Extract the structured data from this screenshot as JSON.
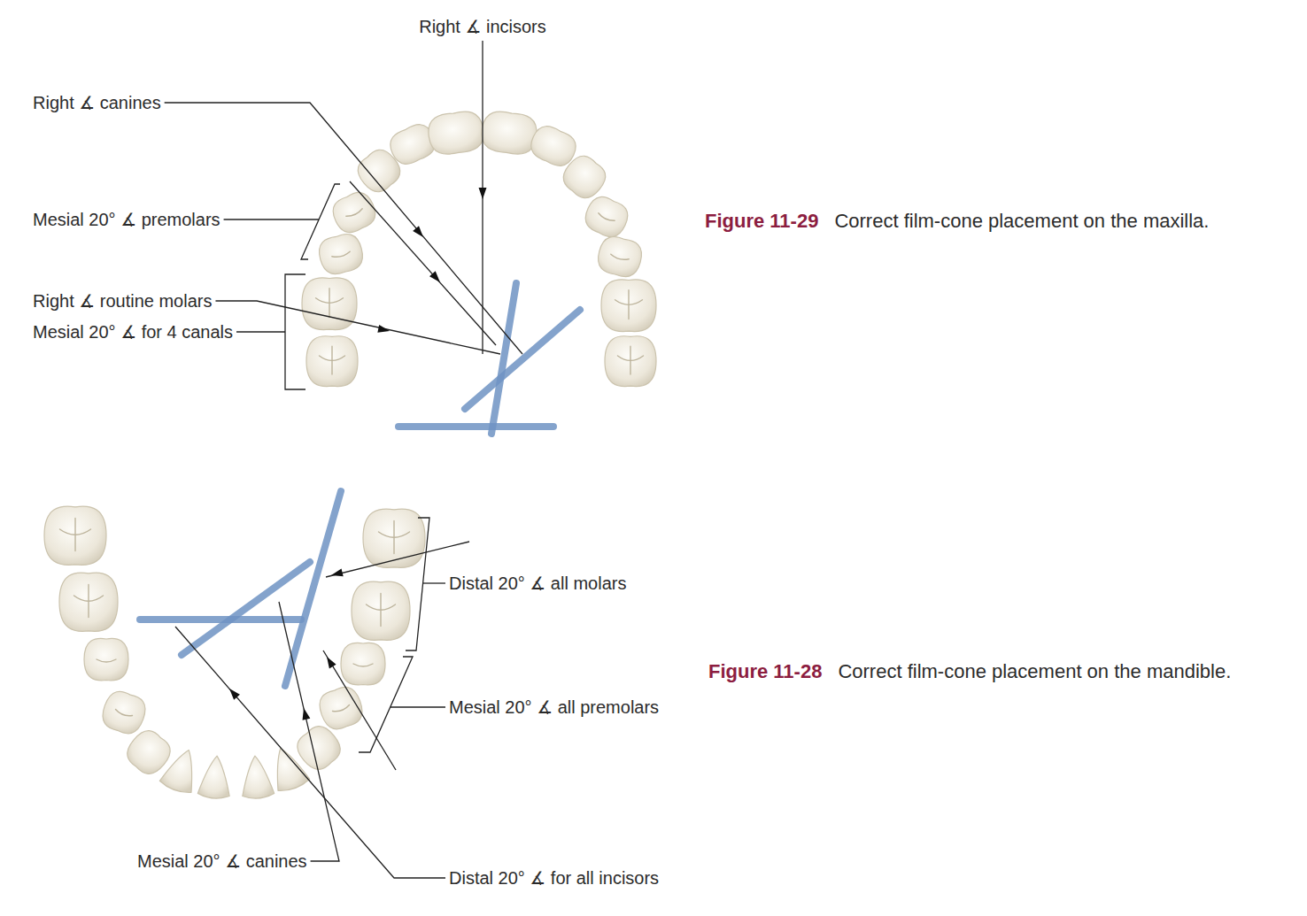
{
  "diagram": {
    "labels": [
      "Right ∡ incisors",
      "Right ∡ canines",
      "Mesial 20° ∡ premolars",
      "Right ∡ routine molars",
      "Mesial 20° ∡ for 4 canals",
      "Figure 11-29",
      "Correct film-cone placement on the maxilla.",
      "Distal 20° ∡ all molars",
      "Mesial 20° ∡ all premolars",
      "Figure 11-28",
      "Correct film-cone placement on the mandible.",
      "Mesial 20° ∡ canines",
      "Distal 20° ∡ for all incisors"
    ]
  }
}
